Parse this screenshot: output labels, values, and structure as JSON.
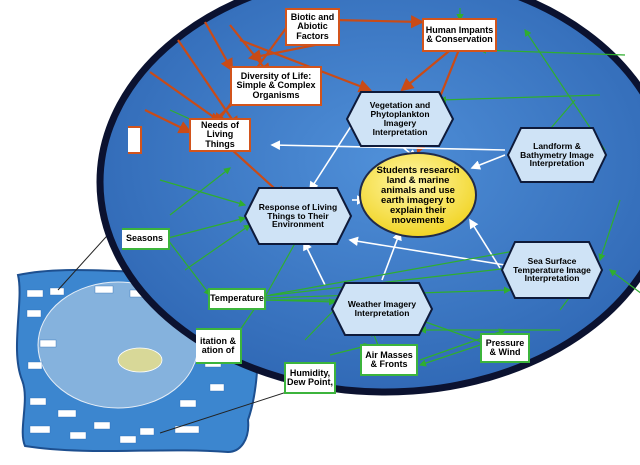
{
  "map": {
    "center": "Students research land & marine animals and use earth imagery to explain their movements",
    "orange_nodes": {
      "biotic": "Biotic and Abiotic Factors",
      "human": "Human Impants & Conservation",
      "diversity": "Diversity of Life: Simple & Complex Organisms",
      "needs": "Needs of Living Things"
    },
    "hex_nodes": {
      "vegetation": "Vegetation and Phytoplankton Imagery Interpretation",
      "landform": "Landform & Bathymetry Image Interpretation",
      "response": "Response of Living Things to Their Environment",
      "sst": "Sea Surface Temperature Image Interpretation",
      "weather": "Weather Imagery Interpretation"
    },
    "green_nodes": {
      "seasons": "Seasons",
      "temperature": "Temperature",
      "precipitation": "itation & ation of",
      "airmasses": "Air Masses & Fronts",
      "pressure": "Pressure & Wind",
      "humidity": "Humidity, Dew Point,"
    }
  },
  "colors": {
    "ellipse_fill": "#3d79c8",
    "ellipse_border": "#0b1230",
    "orange_border": "#d2541c",
    "green_border": "#3cb43c",
    "hex_fill": "#cfe3f6",
    "center_fill": "#ffe94a",
    "thumb_fill": "#3c86cf"
  }
}
